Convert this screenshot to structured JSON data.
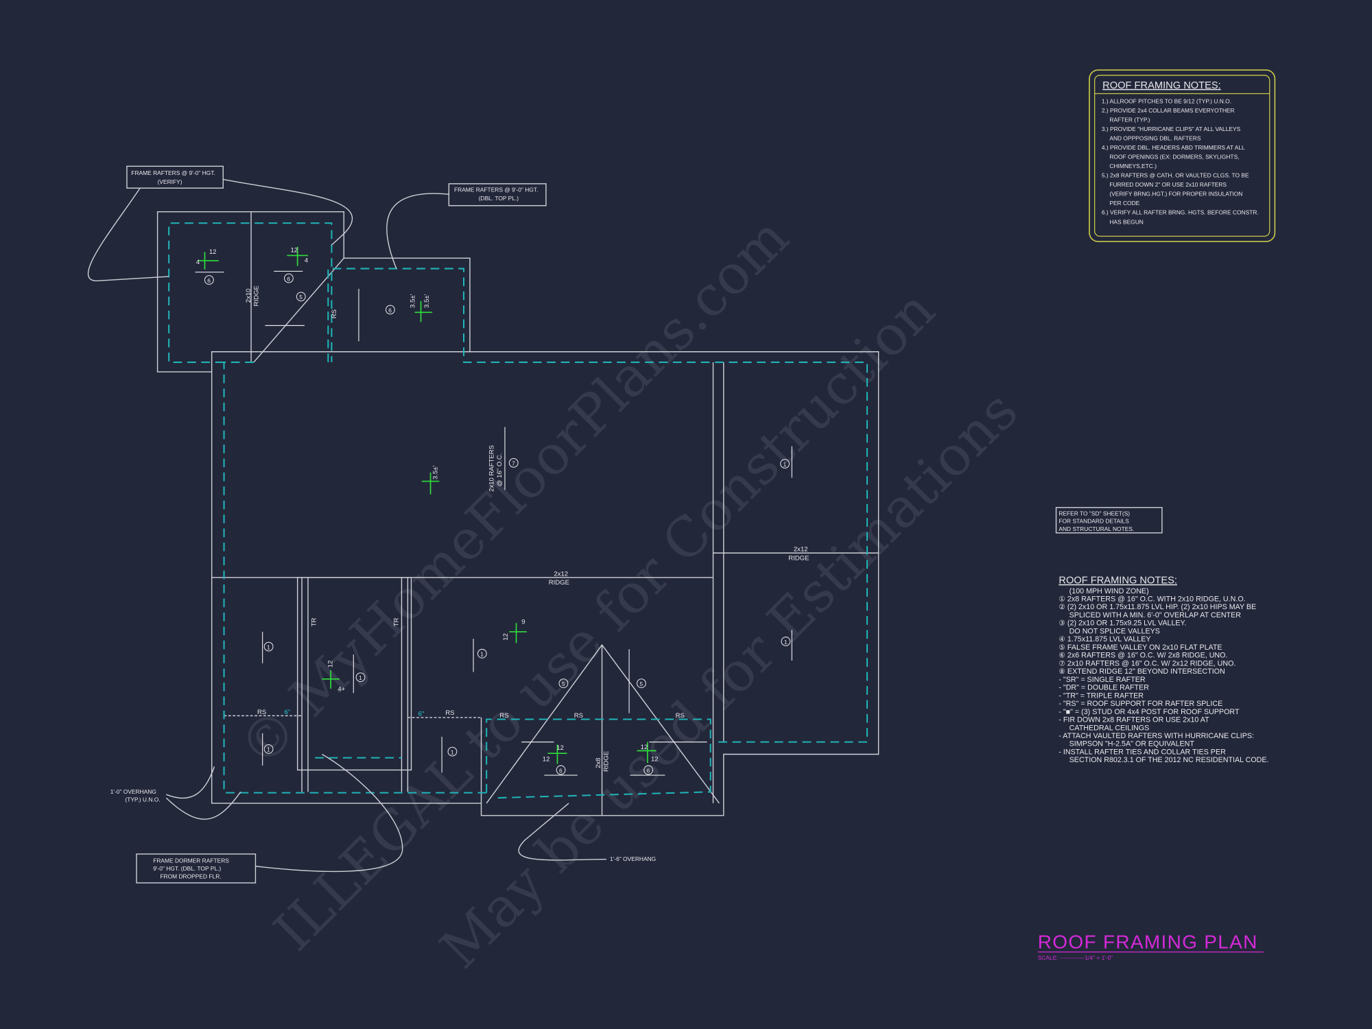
{
  "title": "ROOF FRAMING PLAN",
  "scale": "SCALE: -------------1/4\" = 1'-0\"",
  "watermark": [
    "© MyHomeFloorPlans.com",
    "ILLEGAL to use for Construction",
    "May be used for Estimations"
  ],
  "callouts": {
    "frame_rafters_verify": [
      "FRAME RAFTERS @ 9'-0\" HGT.",
      "(VERIFY)"
    ],
    "frame_rafters_dbl": [
      "FRAME RAFTERS @ 9'-0\" HGT.",
      "(DBL. TOP PL.)"
    ],
    "frame_dormer": [
      "FRAME DORMER RAFTERS",
      "9'-0\" HGT. (DBL. TOP PL.)",
      "FROM DROPPED FLR."
    ],
    "overhang_1": [
      "1'-0\" OVERHANG",
      "(TYP.) U.N.O."
    ],
    "overhang_2": "1'-6\" OVERHANG",
    "refer_sd": [
      "REFER TO \"SD\" SHEET(S)",
      "FOR STANDARD DETAILS",
      "AND STRUCTURAL NOTES."
    ]
  },
  "plan_labels": {
    "ridge_2x10": [
      "2x10",
      "RIDGE"
    ],
    "ridge_2x12_main": [
      "2x12",
      "RIDGE"
    ],
    "ridge_2x12_right": [
      "2x12",
      "RIDGE"
    ],
    "ridge_2x8": [
      "2x8",
      "RIDGE"
    ],
    "rafters_2x10": [
      "2x10 RAFTERS",
      "@ 16\" O.C."
    ],
    "rs": "RS",
    "tr": "TR",
    "six_in": "6\"",
    "pitch_12": "12",
    "pitch_4": "4",
    "pitch_4p": "4+",
    "pitch_9": "9",
    "pitch_35": "3.5±'",
    "c1": "1",
    "c5": "5",
    "c6": "6",
    "c7": "7"
  },
  "notes_top": {
    "heading": "ROOF FRAMING NOTES:",
    "lines": [
      "1.) ALLROOF PITCHES TO BE  9/12 (TYP.) U.N.O.",
      "2.) PROVIDE 2x4 COLLAR BEAMS EVERYOTHER",
      "RAFTER (TYP.)",
      "3.) PROVIDE \"HURRICANE CLIPS\" AT ALL VALLEYS",
      "AND OPPPOSING DBL. RAFTERS",
      "4.) PROVIDE DBL. HEADERS ABD TRIMMERS AT ALL",
      "ROOF OPENINGS (EX: DORMERS, SKYLIGHTS,",
      "CHIMNEYS,ETC.)",
      "5.) 2x8 RAFTERS @ CATH. OR VAULTED CLGS. TO BE",
      "FURRED DOWN 2\" OR USE 2x10 RAFTERS",
      "(VERIFY BRNG.HGT.) FOR PROPER INSULATION",
      "PER CODE",
      "6.) VERIFY ALL RAFTER BRNG. HGTS. BEFORE CONSTR.",
      "HAS BEGUN"
    ]
  },
  "notes_bottom": {
    "heading": "ROOF FRAMING NOTES:",
    "lines": [
      "(100 MPH WIND ZONE)",
      "① 2x8 RAFTERS @ 16\" O.C. WITH 2x10 RIDGE, U.N.O.",
      "② (2) 2x10 OR 1.75x11.875 LVL HIP. (2) 2x10 HIPS MAY BE",
      "SPLICED WITH A MIN. 6'-0\" OVERLAP AT CENTER",
      "③ (2) 2x10 OR 1.75x9.25 LVL VALLEY.",
      "DO NOT SPLICE VALLEYS",
      "④ 1.75x11.875 LVL VALLEY",
      "⑤ FALSE FRAME VALLEY ON 2x10 FLAT PLATE",
      "⑥ 2x6 RAFTERS @ 16\" O.C. W/ 2x8 RIDGE, UNO.",
      "⑦ 2x10 RAFTERS @ 16\" O.C. W/ 2x12 RIDGE, UNO.",
      "⑧ EXTEND RIDGE 12\" BEYOND INTERSECTION",
      "-  \"SR\" = SINGLE RAFTER",
      "-  \"DR\" = DOUBLE RAFTER",
      "-  \"TR\" = TRIPLE RAFTER",
      "-  \"RS\" = ROOF SUPPORT FOR RAFTER SPLICE",
      "-  \"■\" = (3) STUD OR 4x4 POST FOR ROOF SUPPORT",
      "-  FIR DOWN 2x8 RAFTERS OR USE 2x10 AT",
      "CATHEDRAL CEILINGS",
      "-  ATTACH VAULTED RAFTERS WITH HURRICANE CLIPS:",
      "SIMPSON \"H-2.5A\" OR EQUIVALENT",
      "-  INSTALL RAFTER TIES AND COLLAR TIES PER",
      "SECTION R802.3.1 OF THE 2012 NC RESIDENTIAL CODE."
    ]
  },
  "colors": {
    "background": "#23273a",
    "eave": "#1fb5b8",
    "pitch": "#2ee03a",
    "title": "#d42ad8",
    "notes_border": "#c8c84a"
  }
}
